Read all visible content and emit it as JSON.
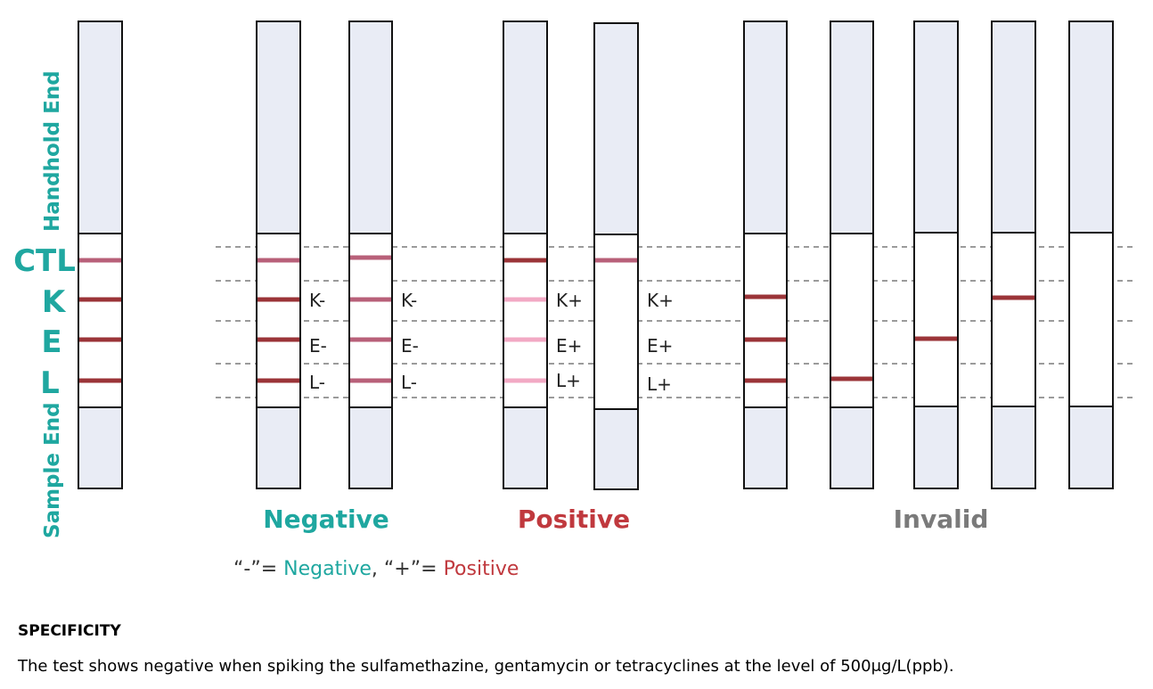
{
  "labels": {
    "handhold_end": "Handhold End",
    "sample_end": "Sample End",
    "ctl": "CTL",
    "k": "K",
    "e": "E",
    "l": "L"
  },
  "groups": {
    "negative": "Negative",
    "positive": "Positive",
    "invalid": "Invalid"
  },
  "legend": {
    "minus_part": "“-”= ",
    "negative": "Negative",
    "separator": ", ",
    "plus_part": "“+”= ",
    "positive": "Positive"
  },
  "specificity": {
    "title": "SPECIFICITY",
    "text": "The test shows negative when spiking the sulfamethazine, gentamycin or tetracyclines at the level of 500μg/L(ppb)."
  },
  "strips": [
    {
      "id": "reference",
      "group": "reference",
      "lines": {
        "ctl": "medium",
        "k": "dark",
        "e": "dark",
        "l": "dark"
      },
      "marks": {}
    },
    {
      "id": "negative-1",
      "group": "negative",
      "lines": {
        "ctl": "medium",
        "k": "dark",
        "e": "dark",
        "l": "dark"
      },
      "marks": {
        "k": "K-",
        "e": "E-",
        "l": "L-"
      }
    },
    {
      "id": "negative-2",
      "group": "negative",
      "lines": {
        "ctl": "medium",
        "k": "medium",
        "e": "medium",
        "l": "medium"
      },
      "marks": {
        "k": "K-",
        "e": "E-",
        "l": "L-"
      }
    },
    {
      "id": "positive-1",
      "group": "positive",
      "lines": {
        "ctl": "dark",
        "k": "light",
        "e": "light",
        "l": "light"
      },
      "marks": {
        "k": "K+",
        "e": "E+",
        "l": "L+"
      }
    },
    {
      "id": "positive-2",
      "group": "positive",
      "lines": {
        "ctl": "medium"
      },
      "marks": {
        "k": "K+",
        "e": "E+",
        "l": "L+"
      }
    },
    {
      "id": "invalid-1",
      "group": "invalid",
      "lines": {
        "k": "dark",
        "e": "dark",
        "l": "dark"
      },
      "marks": {}
    },
    {
      "id": "invalid-2",
      "group": "invalid",
      "lines": {
        "l": "dark"
      },
      "marks": {}
    },
    {
      "id": "invalid-3",
      "group": "invalid",
      "lines": {
        "e": "dark"
      },
      "marks": {}
    },
    {
      "id": "invalid-4",
      "group": "invalid",
      "lines": {
        "k": "dark"
      },
      "marks": {}
    },
    {
      "id": "invalid-5",
      "group": "invalid",
      "lines": {},
      "marks": {}
    }
  ],
  "colors": {
    "teal": "#1fa7a0",
    "red": "#c0393e",
    "gray": "#7a7a7a",
    "strip_fill": "#e9ecf5",
    "line_dark": "#9b3438",
    "line_medium": "#b86079",
    "line_light": "#f2a9c4"
  }
}
